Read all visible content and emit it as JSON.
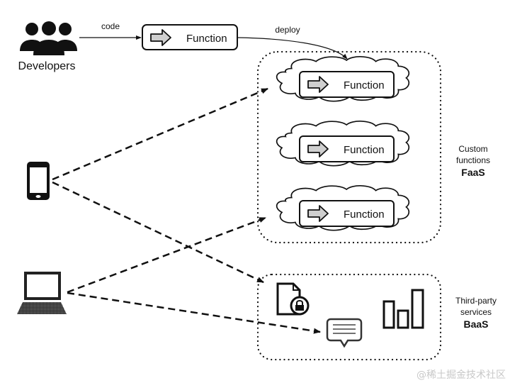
{
  "developers": {
    "label": "Developers",
    "icon": "users-icon"
  },
  "edges": {
    "code": "code",
    "deploy": "deploy"
  },
  "source_function": {
    "label": "Function",
    "icon": "arrow-right-icon"
  },
  "faas": {
    "functions": [
      {
        "label": "Function",
        "icon": "arrow-right-icon"
      },
      {
        "label": "Function",
        "icon": "arrow-right-icon"
      },
      {
        "label": "Function",
        "icon": "arrow-right-icon"
      }
    ],
    "caption_line1": "Custom",
    "caption_line2": "functions",
    "caption_title": "FaaS"
  },
  "baas": {
    "services": [
      {
        "name": "secure-file",
        "icon": "locked-file-icon"
      },
      {
        "name": "messaging",
        "icon": "chat-message-icon"
      },
      {
        "name": "analytics",
        "icon": "bar-chart-icon"
      }
    ],
    "caption_line1": "Third-party",
    "caption_line2": "services",
    "caption_title": "BaaS"
  },
  "clients": [
    {
      "name": "mobile",
      "icon": "smartphone-icon"
    },
    {
      "name": "desktop",
      "icon": "laptop-icon"
    }
  ],
  "watermark": "@稀土掘金技术社区"
}
